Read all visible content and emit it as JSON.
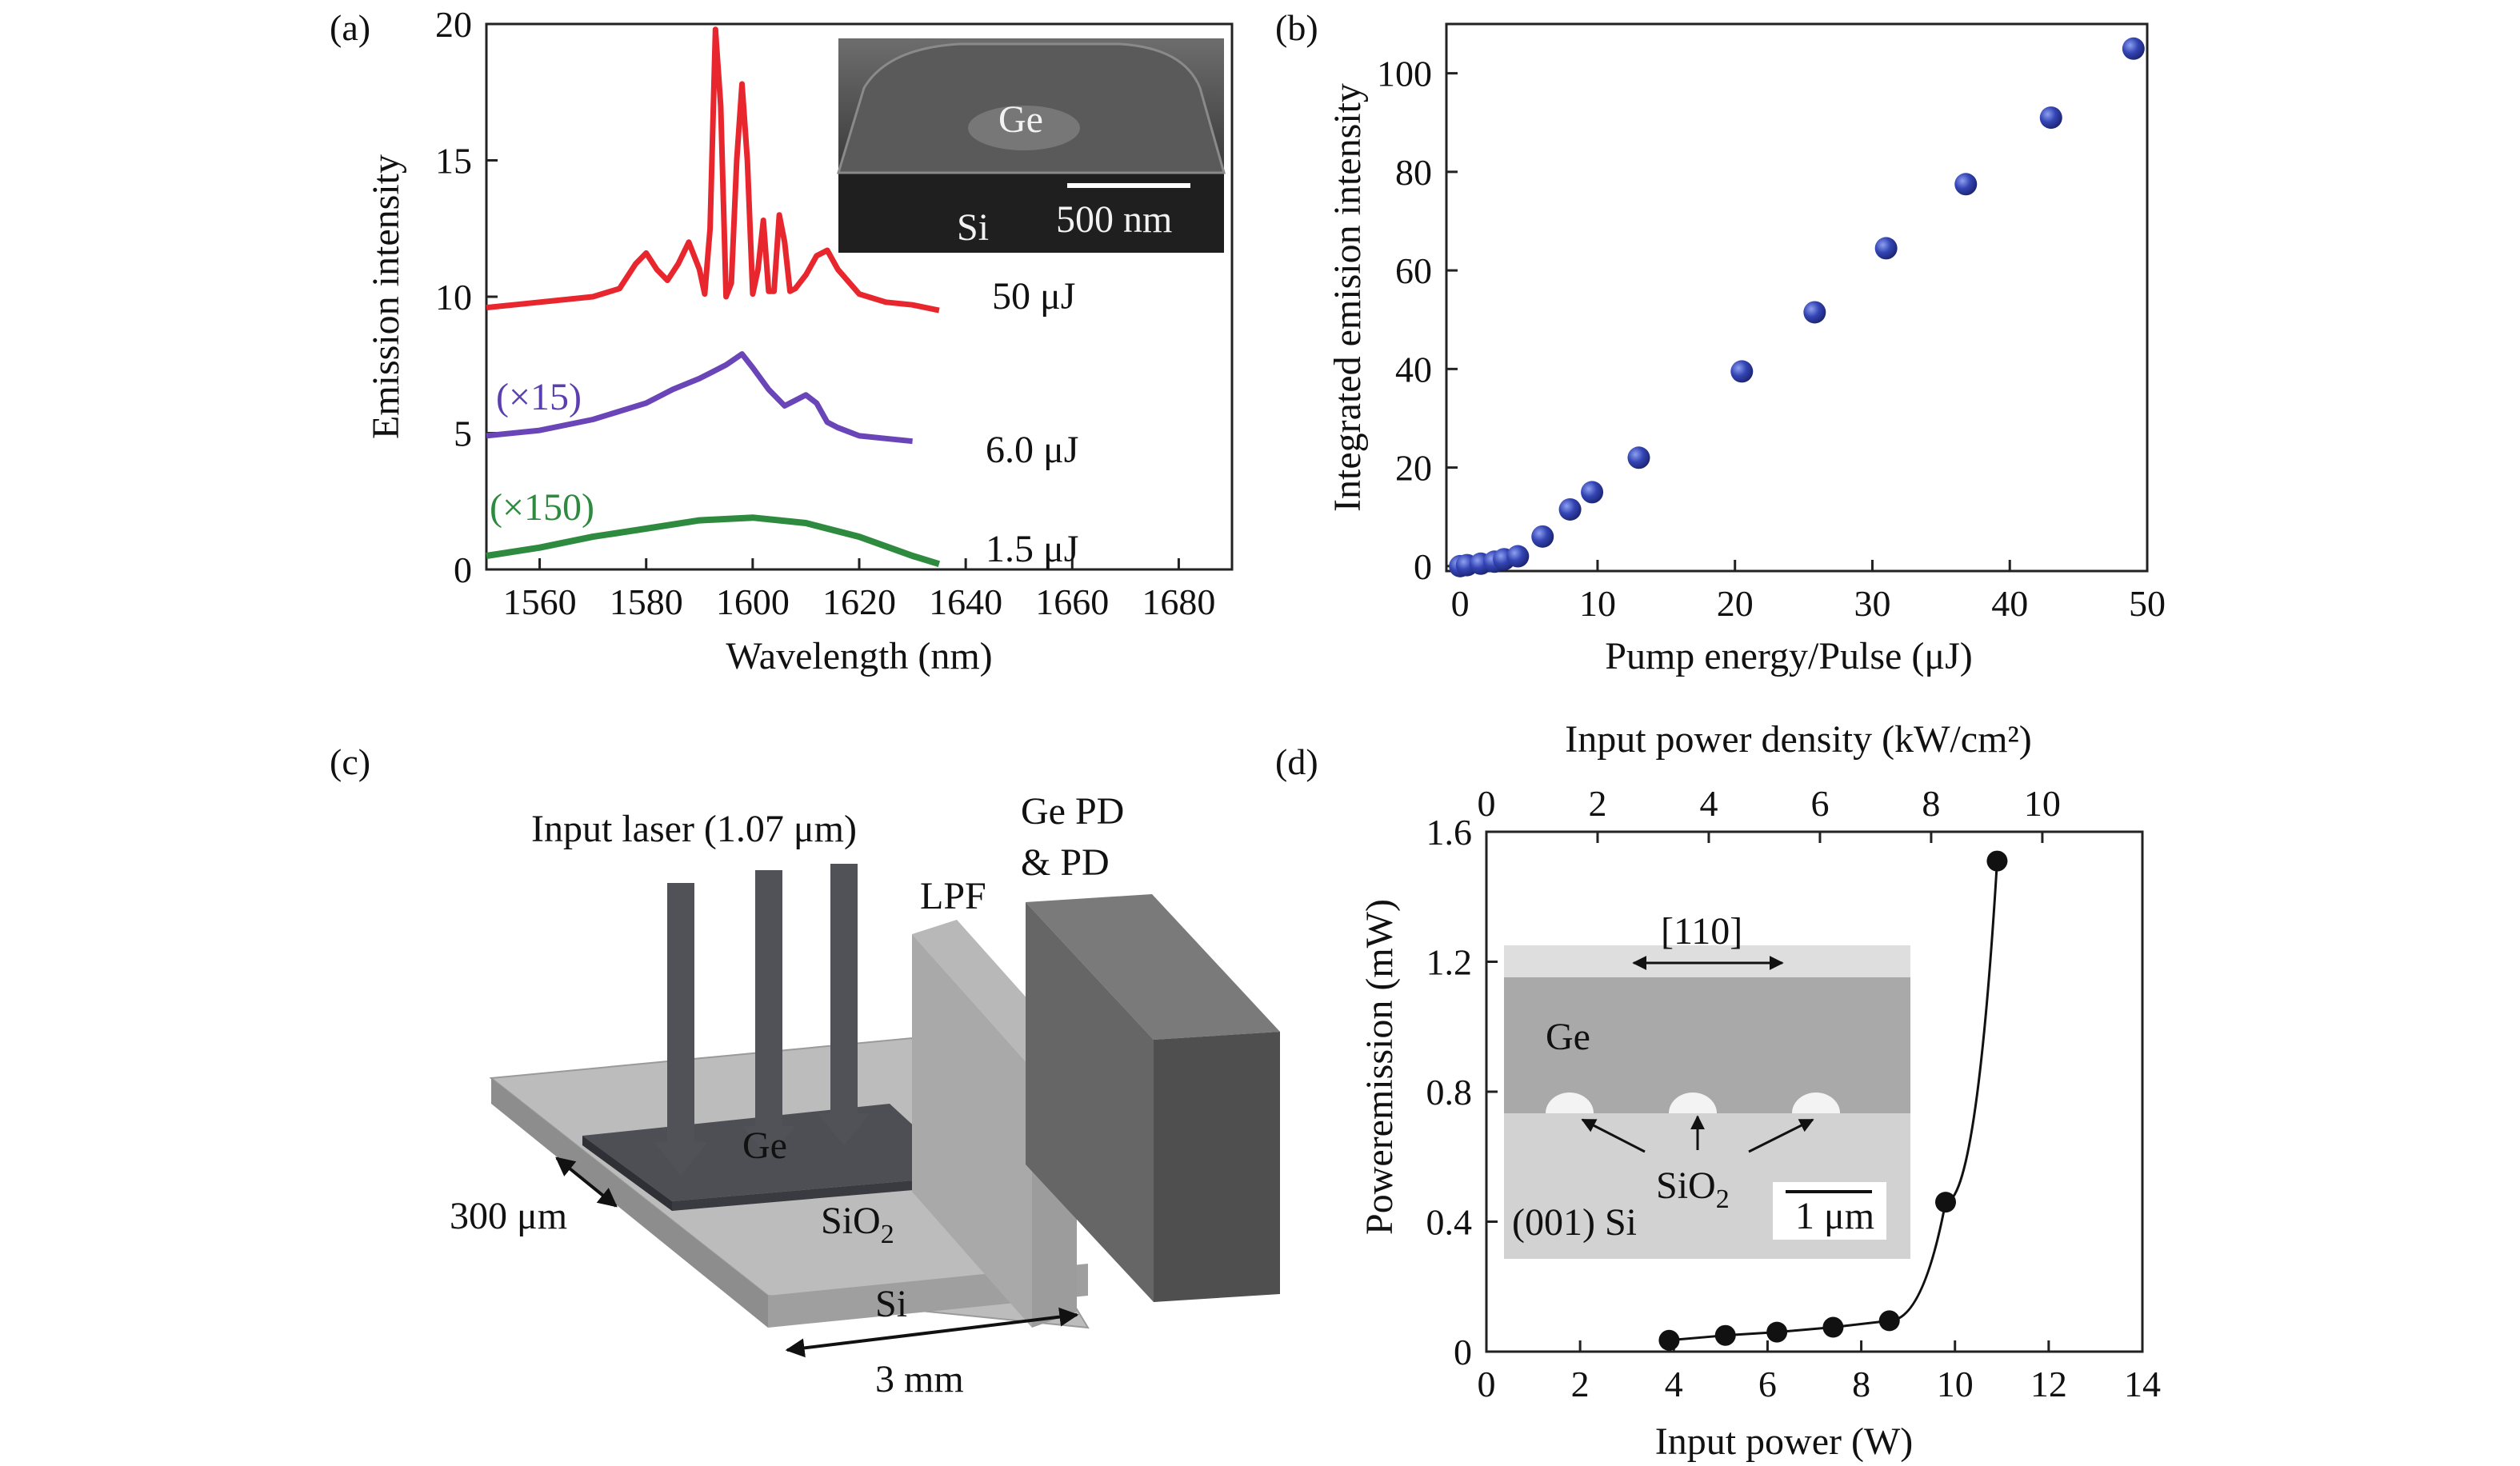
{
  "panels": {
    "a": {
      "letter": "(a)"
    },
    "b": {
      "letter": "(b)"
    },
    "c": {
      "letter": "(c)"
    },
    "d": {
      "letter": "(d)"
    }
  },
  "chart_data": [
    {
      "panel": "a",
      "type": "line",
      "title": "",
      "xlabel": "Wavelength (nm)",
      "ylabel": "Emission intensity",
      "xlim": [
        1550,
        1690
      ],
      "ylim": [
        0,
        20
      ],
      "xticks": [
        1560,
        1580,
        1600,
        1620,
        1640,
        1660,
        1680
      ],
      "yticks": [
        0,
        5,
        10,
        15,
        20
      ],
      "grid": false,
      "series": [
        {
          "name": "50 μJ",
          "color": "#e8262d",
          "x": [
            1550,
            1560,
            1570,
            1575,
            1578,
            1580,
            1582,
            1584,
            1586,
            1588,
            1590,
            1591,
            1592,
            1593,
            1594,
            1595,
            1596,
            1597,
            1598,
            1599,
            1600,
            1601,
            1602,
            1603,
            1604,
            1605,
            1606,
            1607,
            1608,
            1610,
            1612,
            1614,
            1616,
            1620,
            1625,
            1630,
            1635
          ],
          "y": [
            9.6,
            9.8,
            10.0,
            10.3,
            11.2,
            11.6,
            11.0,
            10.6,
            11.2,
            12.0,
            11.0,
            10.1,
            12.5,
            19.8,
            17.0,
            10.0,
            10.5,
            15.0,
            17.8,
            15.0,
            10.1,
            11.0,
            12.8,
            10.2,
            10.2,
            13.0,
            12.0,
            10.2,
            10.3,
            10.8,
            11.5,
            11.7,
            11.0,
            10.1,
            9.8,
            9.7,
            9.5
          ]
        },
        {
          "name": "6.0 μJ",
          "color": "#6a45b8",
          "annotation": "(×15)",
          "x": [
            1550,
            1560,
            1570,
            1580,
            1585,
            1590,
            1595,
            1598,
            1600,
            1603,
            1606,
            1608,
            1610,
            1612,
            1614,
            1616,
            1620,
            1625,
            1630
          ],
          "y": [
            4.9,
            5.1,
            5.5,
            6.1,
            6.6,
            7.0,
            7.5,
            7.9,
            7.4,
            6.6,
            6.0,
            6.2,
            6.4,
            6.1,
            5.4,
            5.2,
            4.9,
            4.8,
            4.7
          ]
        },
        {
          "name": "1.5 μJ",
          "color": "#2e8a3e",
          "annotation": "(×150)",
          "x": [
            1550,
            1560,
            1570,
            1580,
            1590,
            1600,
            1610,
            1620,
            1630,
            1635
          ],
          "y": [
            0.5,
            0.8,
            1.2,
            1.5,
            1.8,
            1.9,
            1.7,
            1.2,
            0.5,
            0.2
          ]
        }
      ],
      "inset": {
        "ge_label": "Ge",
        "si_label": "Si",
        "scalebar_label": "500 nm"
      }
    },
    {
      "panel": "b",
      "type": "scatter",
      "title": "",
      "xlabel": "Pump energy/Pulse (μJ)",
      "ylabel": "Integrated emision intensity",
      "xlim": [
        -1,
        50
      ],
      "ylim": [
        -1,
        110
      ],
      "xticks": [
        0,
        10,
        20,
        30,
        40,
        50
      ],
      "yticks": [
        0,
        20,
        40,
        60,
        80,
        100
      ],
      "grid": false,
      "marker_color": "#2d3d9e",
      "points": [
        {
          "x": 0,
          "y": 0.0
        },
        {
          "x": 0.5,
          "y": 0.2
        },
        {
          "x": 1.5,
          "y": 0.5
        },
        {
          "x": 2.5,
          "y": 0.9
        },
        {
          "x": 3.2,
          "y": 1.4
        },
        {
          "x": 4.2,
          "y": 2.0
        },
        {
          "x": 6.0,
          "y": 6.0
        },
        {
          "x": 8.0,
          "y": 11.5
        },
        {
          "x": 9.6,
          "y": 15.0
        },
        {
          "x": 13.0,
          "y": 22.0
        },
        {
          "x": 20.5,
          "y": 39.5
        },
        {
          "x": 25.8,
          "y": 51.5
        },
        {
          "x": 31.0,
          "y": 64.5
        },
        {
          "x": 36.8,
          "y": 77.5
        },
        {
          "x": 43.0,
          "y": 91.0
        },
        {
          "x": 49.0,
          "y": 105.0
        }
      ]
    },
    {
      "panel": "d",
      "type": "line",
      "title": "",
      "xlabel": "Input power (W)",
      "ylabel": "Poweremission (mW)",
      "x2label": "Input power density (kW/cm²)",
      "xlim": [
        0,
        14
      ],
      "ylim": [
        0,
        1.6
      ],
      "x2lim": [
        0,
        11.8
      ],
      "xticks": [
        0,
        2,
        4,
        6,
        8,
        10,
        12,
        14
      ],
      "yticks": [
        0,
        0.4,
        0.8,
        1.2,
        1.6
      ],
      "ytick_labels": [
        "0",
        "0.4",
        "0.8",
        "1.2",
        "1.6"
      ],
      "x2ticks": [
        0,
        2,
        4,
        6,
        8,
        10
      ],
      "grid": false,
      "series": [
        {
          "color": "#111111",
          "x": [
            3.9,
            5.1,
            6.2,
            7.4,
            8.6,
            9.8,
            10.9
          ],
          "y": [
            0.035,
            0.05,
            0.06,
            0.075,
            0.095,
            0.46,
            1.51
          ]
        }
      ],
      "inset": {
        "direction_label": "[110]",
        "ge_label": "Ge",
        "sio2_label": "SiO",
        "sio2_sub": "2",
        "si_label": "(001) Si",
        "scalebar_label": "1 μm"
      }
    }
  ],
  "diagram_c": {
    "input_label": "Input laser (1.07 μm)",
    "ge_pd_line1": "Ge PD",
    "ge_pd_line2": "& PD",
    "lpf": "LPF",
    "ge": "Ge",
    "sio2": "SiO",
    "sio2_sub": "2",
    "si": "Si",
    "width": "300 μm",
    "length": "3 mm"
  }
}
